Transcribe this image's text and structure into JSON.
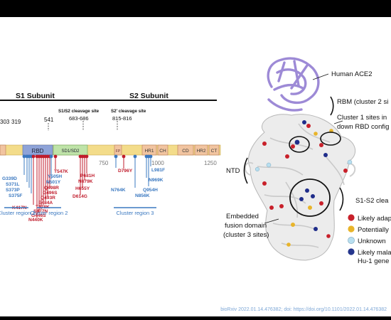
{
  "diagram": {
    "s1_title": "S1 Subunit",
    "s2_title": "S2 Subunit",
    "s1s2_cleavage_label": "S1/S2 cleavage site",
    "s1s2_cleavage_range": "683-686",
    "s2p_cleavage_label": "S2' cleavage site",
    "s2p_cleavage_range": "815-816",
    "positions": [
      "303",
      "319",
      "541",
      "750",
      "1000",
      "1250"
    ],
    "domains": {
      "rbd": "RBD",
      "sd": "SD1/SD2",
      "fp": "FP",
      "hr1": "HR1",
      "ch": "CH",
      "cd": "CD",
      "hr2": "HR2",
      "ct": "CT"
    },
    "mutations_blue_rbd": [
      "G339D",
      "S371L",
      "S373P",
      "S375F"
    ],
    "mutations_red_rbd": [
      "K417N",
      "N440K",
      "G446S",
      "S477N",
      "T478K",
      "E484A",
      "Q493R",
      "G496S",
      "Q498R",
      "N501Y",
      "Y505H"
    ],
    "mutations_mid": [
      "T547K",
      "P681H",
      "N679K",
      "H655Y",
      "D614G"
    ],
    "mutations_s2": [
      "D796Y",
      "N764K",
      "L981F",
      "N969K",
      "Q954H",
      "N856K"
    ],
    "cluster_labels": [
      "Cluster region 1",
      "Cluster region 2",
      "Cluster region 3"
    ],
    "colors": {
      "red": "#c01c2c",
      "blue": "#3a78c0",
      "rbd_fill": "#8ea3d8",
      "sd_fill": "#bfe3a8",
      "main_fill": "#f3dc8a",
      "hr_fill": "#f1c4a0"
    }
  },
  "structure": {
    "ace2_label": "Human ACE2",
    "rbm_label": "RBM (cluster 2 si",
    "cluster1_label_line1": "Cluster 1 sites in",
    "cluster1_label_line2": "down RBD config",
    "ntd_label": "NTD",
    "s1s2_label": "S1-S2 clea",
    "embedded_line1": "Embedded",
    "embedded_line2": "fusion domain",
    "embedded_line3": "(cluster 3 sites)",
    "legend": [
      {
        "label": "Likely adap",
        "color": "#c8202a"
      },
      {
        "label": "Potentially",
        "color": "#e8b42a"
      },
      {
        "label": "Unknown",
        "color": "#b8dff0"
      },
      {
        "label": "Likely mala",
        "color": "#24358c"
      }
    ],
    "legend_extra": "Hu-1 gene"
  },
  "citation": "bioRxiv 2022.01.14.476382; doi: https://doi.org/10.1101/2022.01.14.476382"
}
